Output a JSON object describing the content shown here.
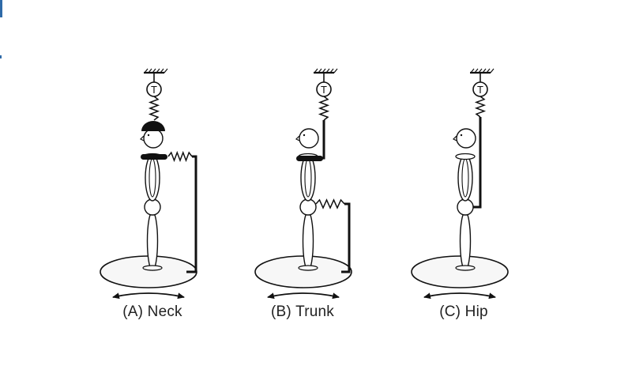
{
  "colors": {
    "ink": "#111111",
    "caption": "#222222",
    "accent": "#2f6aa8",
    "platform_fill": "#f7f7f7"
  },
  "sensor_label": "T",
  "panels": [
    {
      "id": "neck",
      "label": "(A) Neck",
      "attach": "neck"
    },
    {
      "id": "trunk",
      "label": "(B) Trunk",
      "attach": "trunk"
    },
    {
      "id": "hip",
      "label": "(C) Hip",
      "attach": "hip"
    }
  ]
}
